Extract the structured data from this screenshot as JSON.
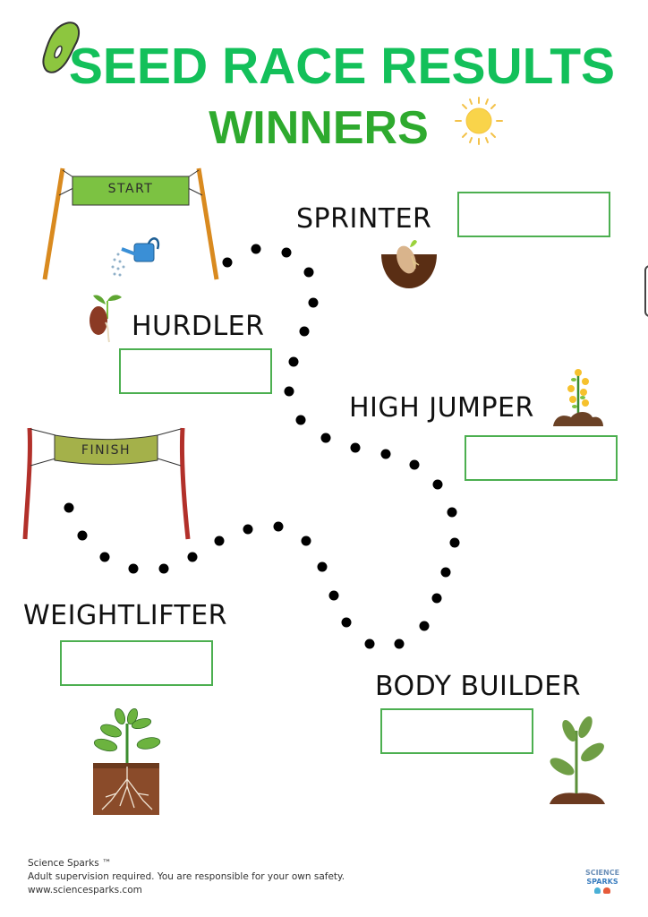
{
  "header": {
    "title": "SEED RACE RESULTS",
    "subtitle": "WINNERS"
  },
  "banners": {
    "start": "START",
    "finish": "FINISH"
  },
  "categories": [
    {
      "label": "SPRINTER",
      "answer": ""
    },
    {
      "label": "HURDLER",
      "answer": ""
    },
    {
      "label": "HIGH JUMPER",
      "answer": ""
    },
    {
      "label": "WEIGHTLIFTER",
      "answer": ""
    },
    {
      "label": "BODY BUILDER",
      "answer": ""
    }
  ],
  "footer": {
    "brand": "Science Sparks ™",
    "disclaimer": "Adult supervision required. You are responsible for your own safety.",
    "website": "www.sciencesparks.com",
    "logo_line1": "SCIENCE",
    "logo_line2": "SPARKS"
  },
  "colors": {
    "title_green": "#13c05a",
    "subtitle_green": "#2eaa2e",
    "box_border": "#4caf50",
    "start_banner": "#7cc242",
    "finish_banner": "#a4b14a"
  },
  "icons": [
    "bean-icon",
    "sun-icon",
    "watering-can-icon",
    "sprouting-bean-icon",
    "seed-in-soil-icon",
    "flowering-plant-icon",
    "plant-with-roots-icon",
    "seedling-icon",
    "science-sparks-logo"
  ]
}
